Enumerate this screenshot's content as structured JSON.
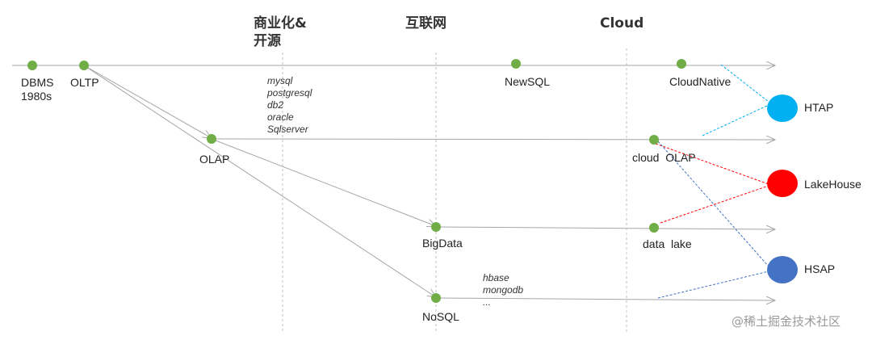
{
  "eras": [
    "商业化&\n开源",
    "互联网",
    "Cloud"
  ],
  "nodes": {
    "dbms": "DBMS\n1980s",
    "oltp": "OLTP",
    "olap": "OLAP",
    "newsql": "NewSQL",
    "cloudnative": "CloudNative",
    "cloud_olap": "cloud  OLAP",
    "bigdata": "BigData",
    "data_lake": "data  lake",
    "nosql": "NoSQL"
  },
  "sql_examples": [
    "mysql",
    "postgresql",
    "db2",
    "oracle",
    "Sqlserver"
  ],
  "nosql_examples": [
    "hbase",
    "mongodb",
    "..."
  ],
  "targets": [
    {
      "name": "HTAP",
      "color": "#00b0f0"
    },
    {
      "name": "LakeHouse",
      "color": "#ff0000"
    },
    {
      "name": "HSAP",
      "color": "#4472c4"
    }
  ],
  "colors": {
    "node": "#70ad47",
    "arrow": "#a6a6a6",
    "era_line": "#bfbfbf",
    "htap_link": "#00b0f0",
    "lakehouse_link": "#ff0000",
    "hsap_link": "#4472c4"
  },
  "watermark": "@稀土掘金技术社区"
}
